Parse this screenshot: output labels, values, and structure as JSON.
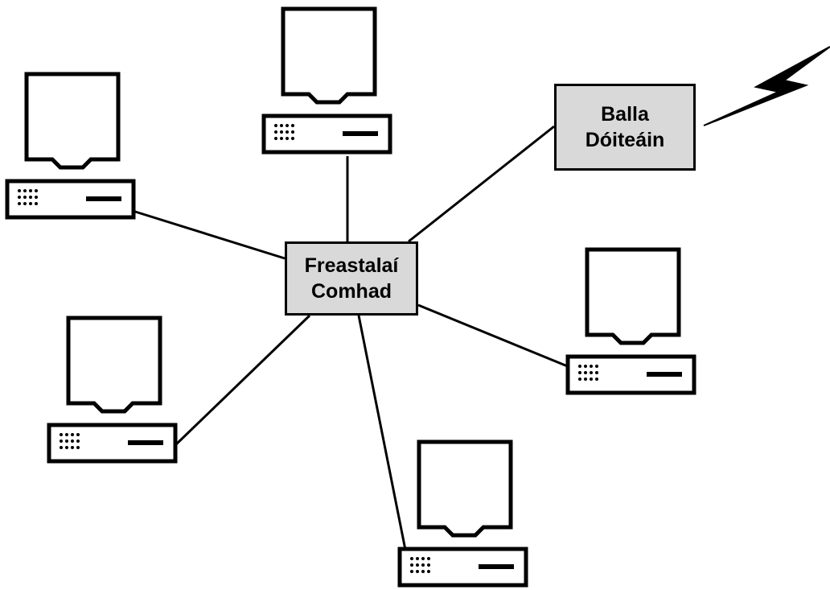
{
  "diagram": {
    "server": {
      "line1": "Freastalaí",
      "line2": "Comhad"
    },
    "firewall": {
      "line1": "Balla",
      "line2": "Dóiteáin"
    },
    "computers": [
      {
        "id": "top"
      },
      {
        "id": "left-top"
      },
      {
        "id": "left-bottom"
      },
      {
        "id": "bottom"
      },
      {
        "id": "right"
      }
    ],
    "colors": {
      "box_fill": "#d9d9d9",
      "stroke": "#000000",
      "background": "#ffffff"
    },
    "icons": [
      "computer-icon",
      "lightning-icon"
    ]
  }
}
